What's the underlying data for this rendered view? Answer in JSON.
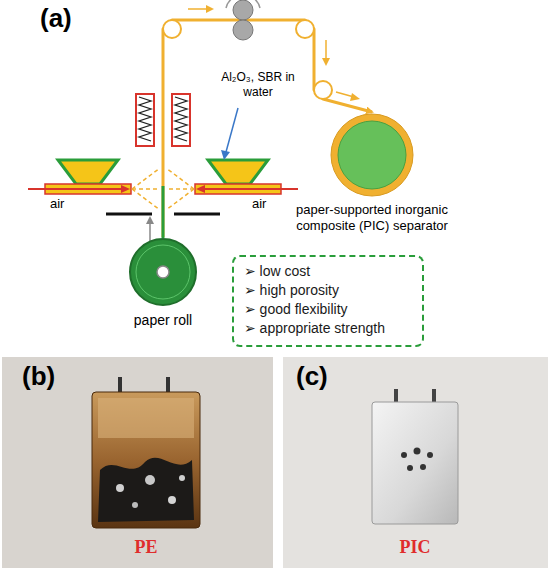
{
  "diagram": {
    "nodes": [
      {
        "text": [
          "paper roll"
        ]
      },
      {
        "text": [
          "paper-supported inorganic composite (PIC) separator"
        ]
      },
      {
        "text": [
          "➢ low cost",
          "➢ high porosity",
          "➢ good flexibility",
          "➢ appropriate strength"
        ]
      }
    ],
    "edges": [
      {
        "from": 0,
        "to": 1,
        "arrow": "to"
      }
    ],
    "labels": [
      "(a)",
      "Al₂O₃, SBR in water",
      "air",
      "air",
      "(b)",
      "(c)",
      "PE",
      "PIC"
    ]
  }
}
